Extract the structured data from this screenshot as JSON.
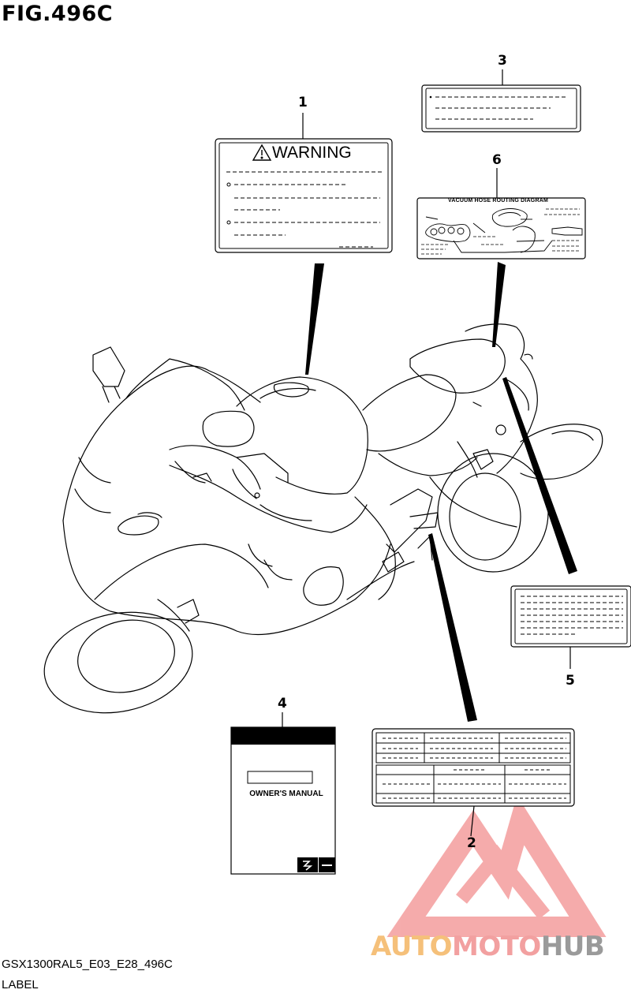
{
  "figure": {
    "title": "FIG.496C",
    "code": "GSX1300RAL5_E03_E28_496C",
    "caption": "LABEL"
  },
  "callouts": [
    {
      "id": "1",
      "text": "1"
    },
    {
      "id": "2",
      "text": "2"
    },
    {
      "id": "3",
      "text": "3"
    },
    {
      "id": "4",
      "text": "4"
    },
    {
      "id": "5",
      "text": "5"
    },
    {
      "id": "6",
      "text": "6"
    }
  ],
  "labels": {
    "warning_heading": "WARNING",
    "vacuum_heading": "VACUUM  HOSE  ROUTING  DIAGRAM",
    "manual_title": "OWNER'S MANUAL"
  },
  "watermark": {
    "part_a": "AUTO",
    "part_b": "MOTO",
    "part_c": "HUB",
    "color_a": "#f5c07a",
    "color_b": "#f2a0a0",
    "color_c": "#9a9a9a"
  }
}
